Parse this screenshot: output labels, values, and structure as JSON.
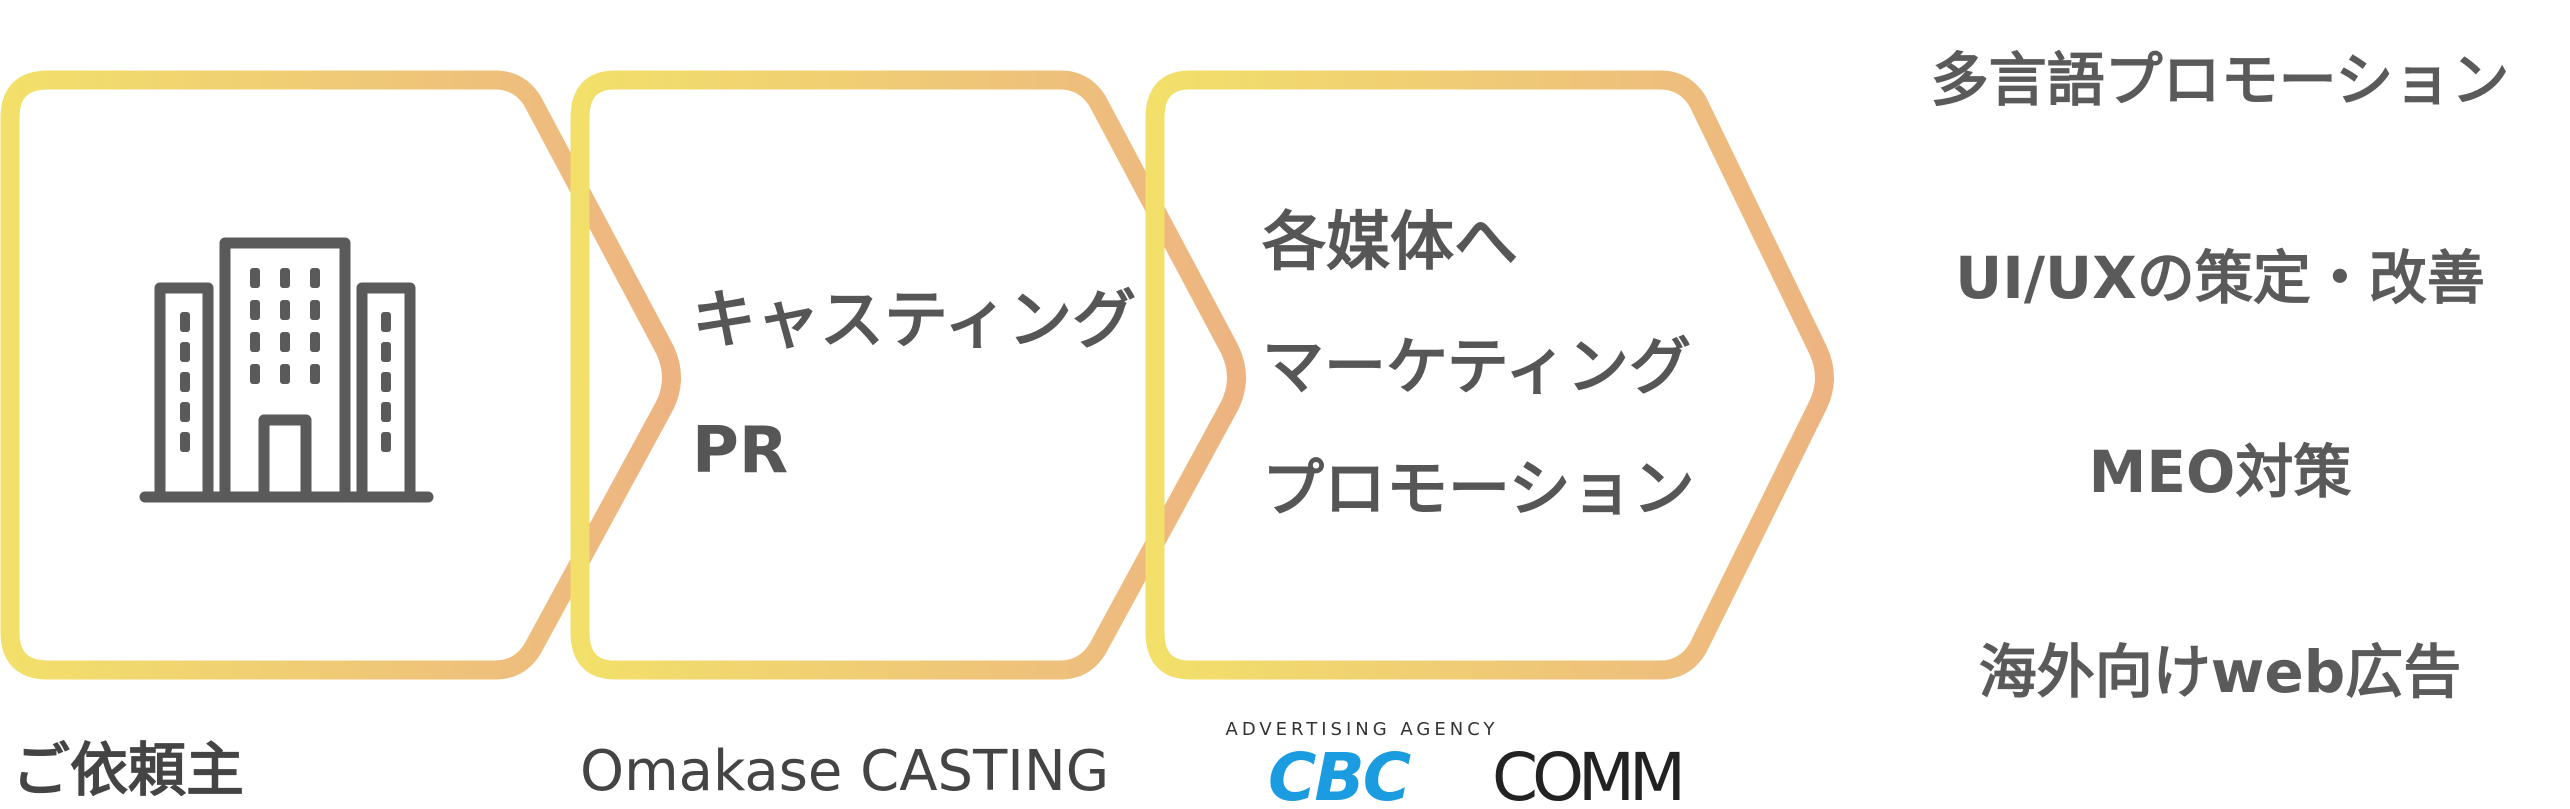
{
  "steps": [
    {
      "lines": [],
      "icon": "office-building-icon"
    },
    {
      "lines": [
        "キャスティング",
        "PR"
      ]
    },
    {
      "lines": [
        "各媒体へ",
        "マーケティング",
        "プロモーション"
      ]
    }
  ],
  "bottom_labels": {
    "client": "ご依頼主",
    "casting": "Omakase CASTING",
    "agency_tagline": "ADVERTISING AGENCY",
    "agency_logo_left": "CBC",
    "agency_logo_right": "COMM"
  },
  "services": [
    "多言語プロモーション",
    "UI/UXの策定・改善",
    "MEO対策",
    "海外向けweb広告"
  ],
  "colors": {
    "gradient_start": "#F2E06A",
    "gradient_end": "#EDB482",
    "text": "#565656",
    "logo_blue": "#1B9BE0",
    "logo_dark": "#222222"
  }
}
